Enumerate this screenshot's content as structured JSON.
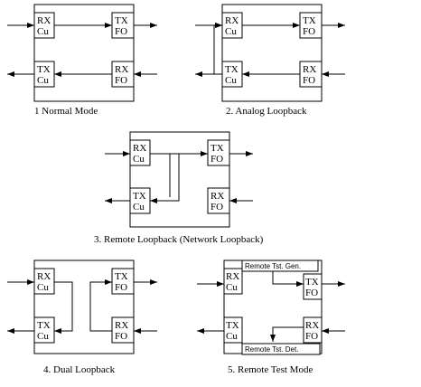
{
  "boxes": {
    "rx": "RX",
    "tx": "TX",
    "cu": "Cu",
    "fo": "FO"
  },
  "captions": {
    "normal": "1   Normal Mode",
    "analog": "2. Analog Loopback",
    "remote": "3. Remote Loopback (Network Loopback)",
    "dual": "4. Dual Loopback",
    "test": "5. Remote Test Mode"
  },
  "test_labels": {
    "generator": "Remote Tst. Gen.",
    "detector": "Remote Tst. Det."
  }
}
